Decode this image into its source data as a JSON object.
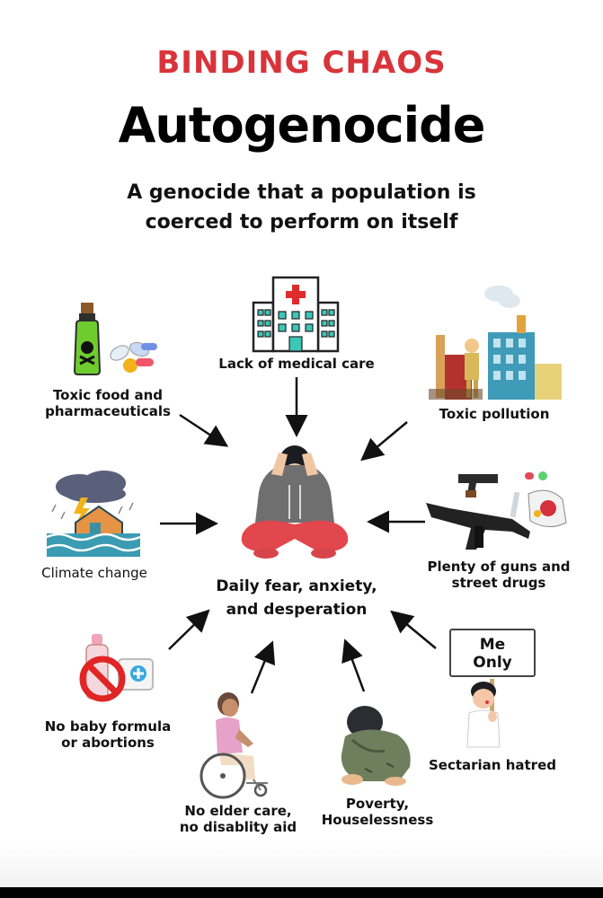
{
  "header": {
    "kicker": "BINDING CHAOS",
    "title": "Autogenocide",
    "subtitle_line1": "A genocide that a population is",
    "subtitle_line2": "coerced to perform on itself"
  },
  "center": {
    "label_line1": "Daily fear, anxiety,",
    "label_line2": "and desperation",
    "icon": "distressed-person-icon"
  },
  "causes": {
    "medical": {
      "label": "Lack of medical care",
      "icon": "hospital-icon"
    },
    "toxic_food": {
      "label_line1": "Toxic food and",
      "label_line2": "pharmaceuticals",
      "icon": "poison-and-pills-icon"
    },
    "pollution": {
      "label": "Toxic pollution",
      "icon": "factory-pollution-icon"
    },
    "climate": {
      "label": "Climate change",
      "icon": "storm-flood-icon"
    },
    "guns": {
      "label_line1": "Plenty of guns and",
      "label_line2": "street drugs",
      "icon": "guns-drugs-icon"
    },
    "baby": {
      "label_line1": "No baby formula",
      "label_line2": "or abortions",
      "icon": "no-baby-formula-icon"
    },
    "elder": {
      "label_line1": "No elder care,",
      "label_line2": "no disablity aid",
      "icon": "wheelchair-icon"
    },
    "poverty": {
      "label_line1": "Poverty,",
      "label_line2": "Houselessness",
      "icon": "sad-homeless-person-icon"
    },
    "sectarian": {
      "label": "Sectarian hatred",
      "sign_line1": "Me",
      "sign_line2": "Only",
      "icon": "protest-sign-icon"
    }
  },
  "colors": {
    "kicker": "#d8343a",
    "arrow": "#111111",
    "hospital_teal": "#3cc6b8",
    "shirt_gray": "#6f6f6f",
    "pants_red": "#e2474d"
  }
}
